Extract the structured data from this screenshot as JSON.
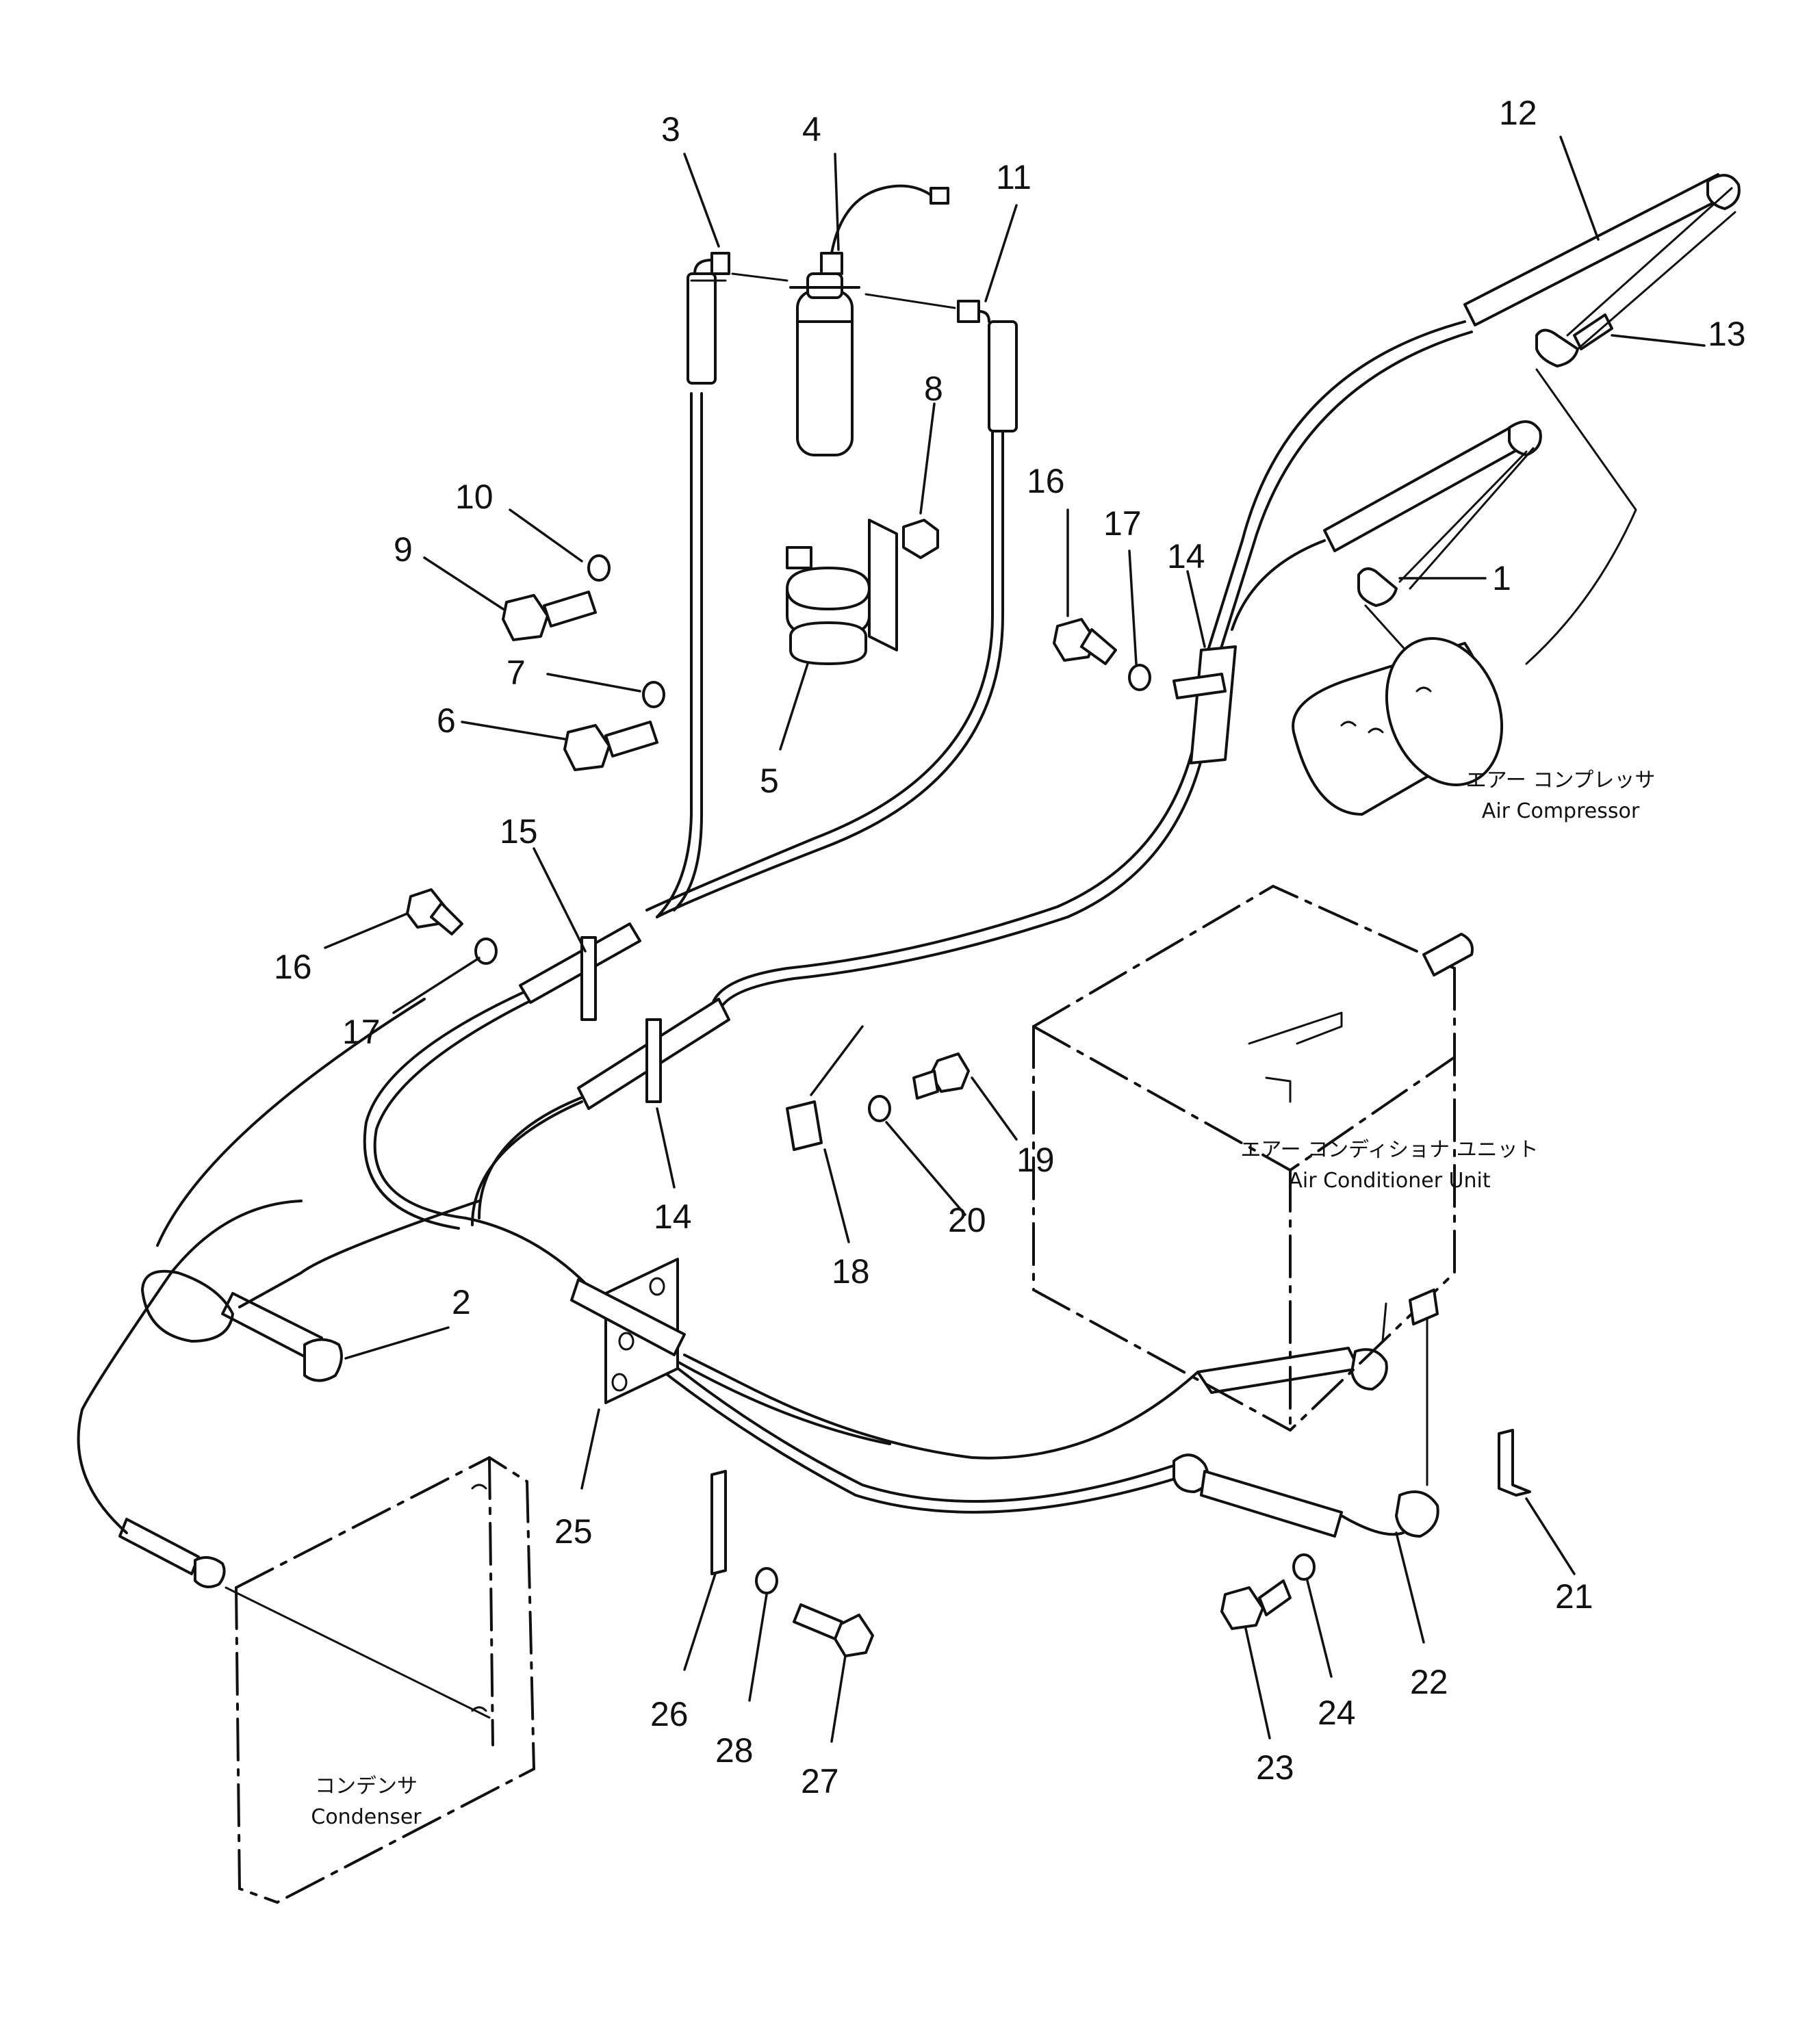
{
  "part_numbers": {
    "p1": "1",
    "p2": "2",
    "p3": "3",
    "p4": "4",
    "p5": "5",
    "p6": "6",
    "p7": "7",
    "p8": "8",
    "p9": "9",
    "p10": "10",
    "p11": "11",
    "p12": "12",
    "p13": "13",
    "p14a": "14",
    "p14b": "14",
    "p15": "15",
    "p16a": "16",
    "p16b": "16",
    "p17a": "17",
    "p17b": "17",
    "p18": "18",
    "p19": "19",
    "p20": "20",
    "p21": "21",
    "p22": "22",
    "p23": "23",
    "p24": "24",
    "p25": "25",
    "p26": "26",
    "p27": "27",
    "p28": "28"
  },
  "components": {
    "air_compressor_jp": "エアー コンプレッサ",
    "air_compressor_en": "Air Compressor",
    "ac_unit_jp": "エアー コンディショナ ユニット",
    "ac_unit_en": "Air Conditioner Unit",
    "condenser_jp": "コンデンサ",
    "condenser_en": "Condenser"
  }
}
